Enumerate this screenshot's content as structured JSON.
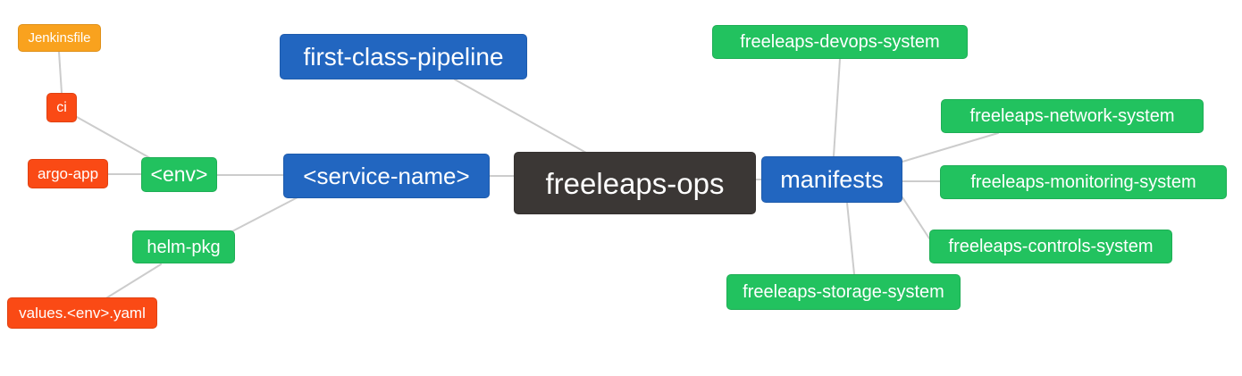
{
  "diagram": {
    "type": "mindmap",
    "root_label": "freeleaps-ops",
    "background": "#ffffff",
    "edge_color": "#cccccc",
    "palette": {
      "blue": "#2266c0",
      "green": "#22c25f",
      "red": "#fa4a15",
      "orange": "#f9a21e",
      "dark": "#3b3735",
      "text": "#ffffff"
    },
    "nodes": [
      {
        "id": "jenkinsfile",
        "label": "Jenkinsfile",
        "color": "orange"
      },
      {
        "id": "ci",
        "label": "ci",
        "color": "red"
      },
      {
        "id": "argo-app",
        "label": "argo-app",
        "color": "red"
      },
      {
        "id": "env",
        "label": "<env>",
        "color": "green"
      },
      {
        "id": "helm-pkg",
        "label": "helm-pkg",
        "color": "green"
      },
      {
        "id": "values-env-yaml",
        "label": "values.<env>.yaml",
        "color": "red"
      },
      {
        "id": "first-class-pipeline",
        "label": "first-class-pipeline",
        "color": "blue"
      },
      {
        "id": "service-name",
        "label": "<service-name>",
        "color": "blue"
      },
      {
        "id": "freeleaps-ops",
        "label": "freeleaps-ops",
        "color": "dark"
      },
      {
        "id": "manifests",
        "label": "manifests",
        "color": "blue"
      },
      {
        "id": "freeleaps-devops-system",
        "label": "freeleaps-devops-system",
        "color": "green"
      },
      {
        "id": "freeleaps-network-system",
        "label": "freeleaps-network-system",
        "color": "green"
      },
      {
        "id": "freeleaps-monitoring-system",
        "label": "freeleaps-monitoring-system",
        "color": "green"
      },
      {
        "id": "freeleaps-controls-system",
        "label": "freeleaps-controls-system",
        "color": "green"
      },
      {
        "id": "freeleaps-storage-system",
        "label": "freeleaps-storage-system",
        "color": "green"
      }
    ],
    "edges": [
      {
        "from": "jenkinsfile",
        "to": "ci"
      },
      {
        "from": "ci",
        "to": "env"
      },
      {
        "from": "argo-app",
        "to": "env"
      },
      {
        "from": "env",
        "to": "service-name"
      },
      {
        "from": "helm-pkg",
        "to": "service-name"
      },
      {
        "from": "values-env-yaml",
        "to": "helm-pkg"
      },
      {
        "from": "first-class-pipeline",
        "to": "freeleaps-ops"
      },
      {
        "from": "service-name",
        "to": "freeleaps-ops"
      },
      {
        "from": "freeleaps-ops",
        "to": "manifests"
      },
      {
        "from": "manifests",
        "to": "freeleaps-devops-system"
      },
      {
        "from": "manifests",
        "to": "freeleaps-network-system"
      },
      {
        "from": "manifests",
        "to": "freeleaps-monitoring-system"
      },
      {
        "from": "manifests",
        "to": "freeleaps-controls-system"
      },
      {
        "from": "manifests",
        "to": "freeleaps-storage-system"
      }
    ]
  }
}
